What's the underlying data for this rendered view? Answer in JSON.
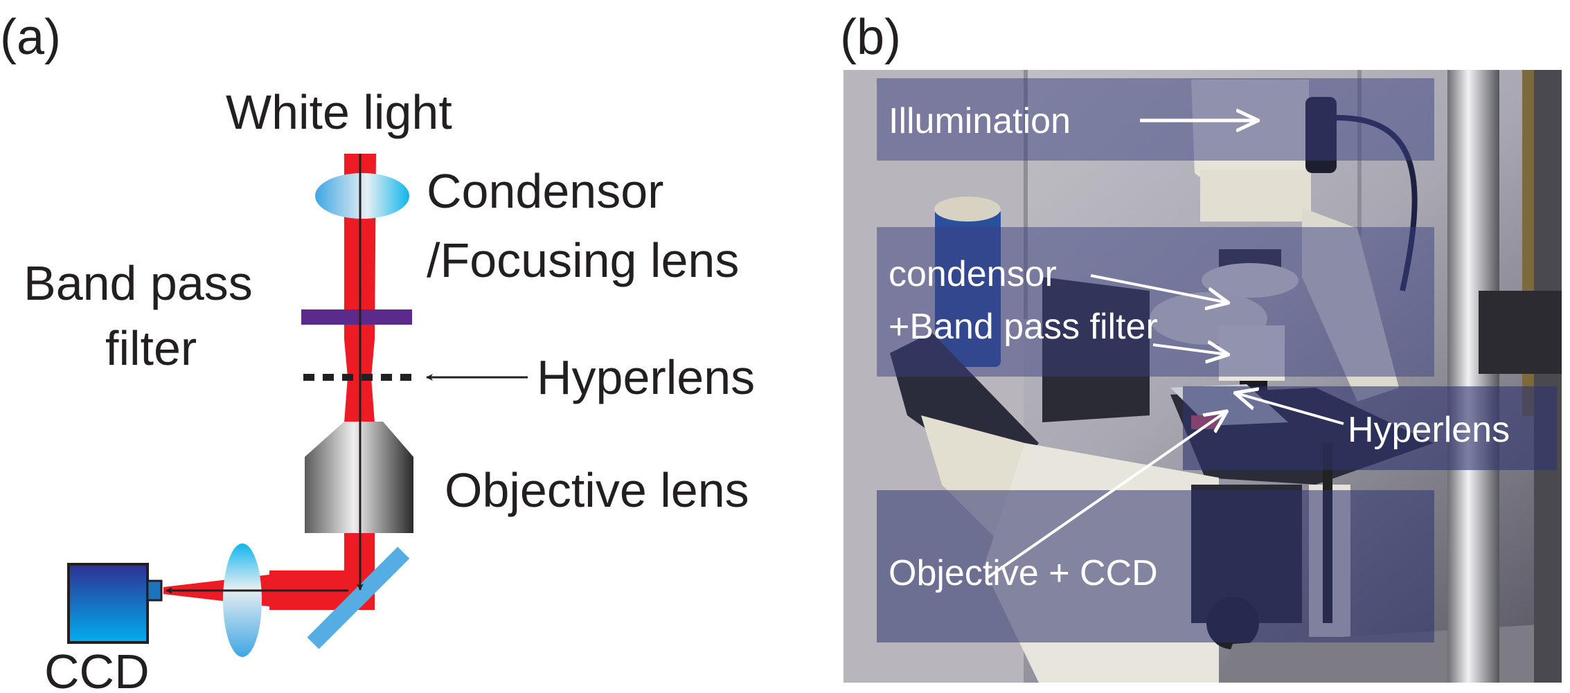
{
  "panel_a": {
    "label": "(a)",
    "white_light": "White light",
    "condensor_line1": "Condensor",
    "condensor_line2": "/Focusing lens",
    "band_pass_line1": "Band pass",
    "band_pass_line2": "filter",
    "hyperlens": "Hyperlens",
    "objective": "Objective lens",
    "ccd": "CCD"
  },
  "panel_b": {
    "label": "(b)",
    "illumination": "Illumination",
    "condensor_line1": "condensor",
    "condensor_line2": "+Band pass filter",
    "hyperlens": "Hyperlens",
    "objective_ccd": "Objective + CCD"
  },
  "colors": {
    "beam": "#ed1c24",
    "filter": "#5b2a8c",
    "mirror": "#56ade3",
    "overlay": "#3a3f80"
  }
}
